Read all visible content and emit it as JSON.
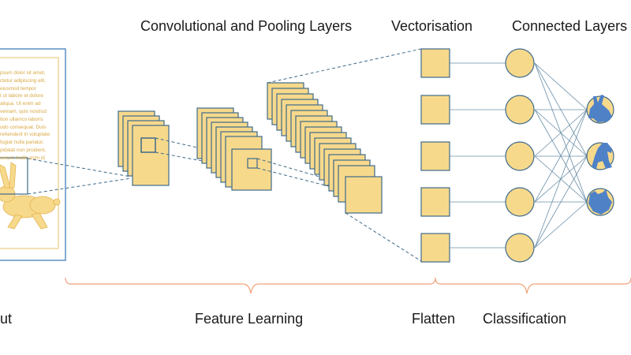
{
  "headings": {
    "conv_pool": "Convolutional and Pooling Layers",
    "vectorisation": "Vectorisation",
    "connected": "Connected Layers"
  },
  "stages": {
    "input": "ut",
    "feature_learning": "Feature Learning",
    "flatten": "Flatten",
    "classification": "Classification"
  },
  "input_text": "psum dolor sit amet,\nctetur adipiscing elit,\neiusmod tempor\nt ut labore et dolore\naliqua. Ut enim ad\nveniam, quis nostrud\ntion ullamco laboris\nodo consequat. Duis\nrehenderit in voluptate\nfugiat nulla pariatur.\npidatat non proident,\nserunt mollit anim id",
  "colors": {
    "fill": "#f7d98c",
    "stroke": "#3f6b8a",
    "output_blue": "#4f81c7",
    "brace": "#f0a37a",
    "input_frame": "#5b8fc3",
    "input_text": "#d9a843"
  },
  "icons": [
    "rabbit-icon",
    "rabbit-output-icon",
    "horse-output-icon",
    "dog-output-icon"
  ]
}
